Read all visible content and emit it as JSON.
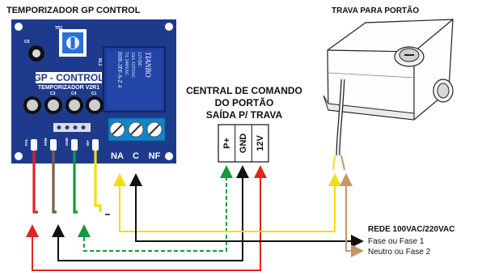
{
  "titles": {
    "timer": "TEMPORIZADOR GP CONTROL",
    "lock": "TRAVA PARA PORTÃO",
    "central_line1": "CENTRAL DE COMANDO",
    "central_line2": "DO PORTÃO",
    "central_line3": "SAÍDA P/ TRAVA"
  },
  "pcb": {
    "brand": "GP - CONTROL",
    "model": "TEMPORIZADOR V2R1",
    "tr_label": "TR1",
    "c_labels": [
      "C5",
      "C3",
      "C4",
      "C1"
    ],
    "relay_lines": [
      "TIANBO",
      "12VDC",
      "10A 125VAC",
      "7A 240VAC",
      "HJR-3FF-S-Z 4"
    ],
    "relay_tag": "RL1",
    "bottom_pins": [
      "FAL",
      "FPM",
      "GND",
      "IN+"
    ],
    "terminals": [
      "NA",
      "C",
      "NF"
    ]
  },
  "central": {
    "terminals": [
      "P+",
      "GND",
      "12V"
    ]
  },
  "network": {
    "title": "REDE 100VAC/220VAC",
    "phase1": "Fase ou Fase 1",
    "phase2": "Neutro ou Fase 2"
  },
  "colors": {
    "pcb": "#1e3a8c",
    "relay": "#1f3d9a",
    "terminal": "#0e86c9",
    "red": "#e02424",
    "brown": "#7a5c48",
    "green": "#159a3c",
    "yellow": "#f2dc14",
    "black": "#111111",
    "tan": "#c8956a"
  }
}
